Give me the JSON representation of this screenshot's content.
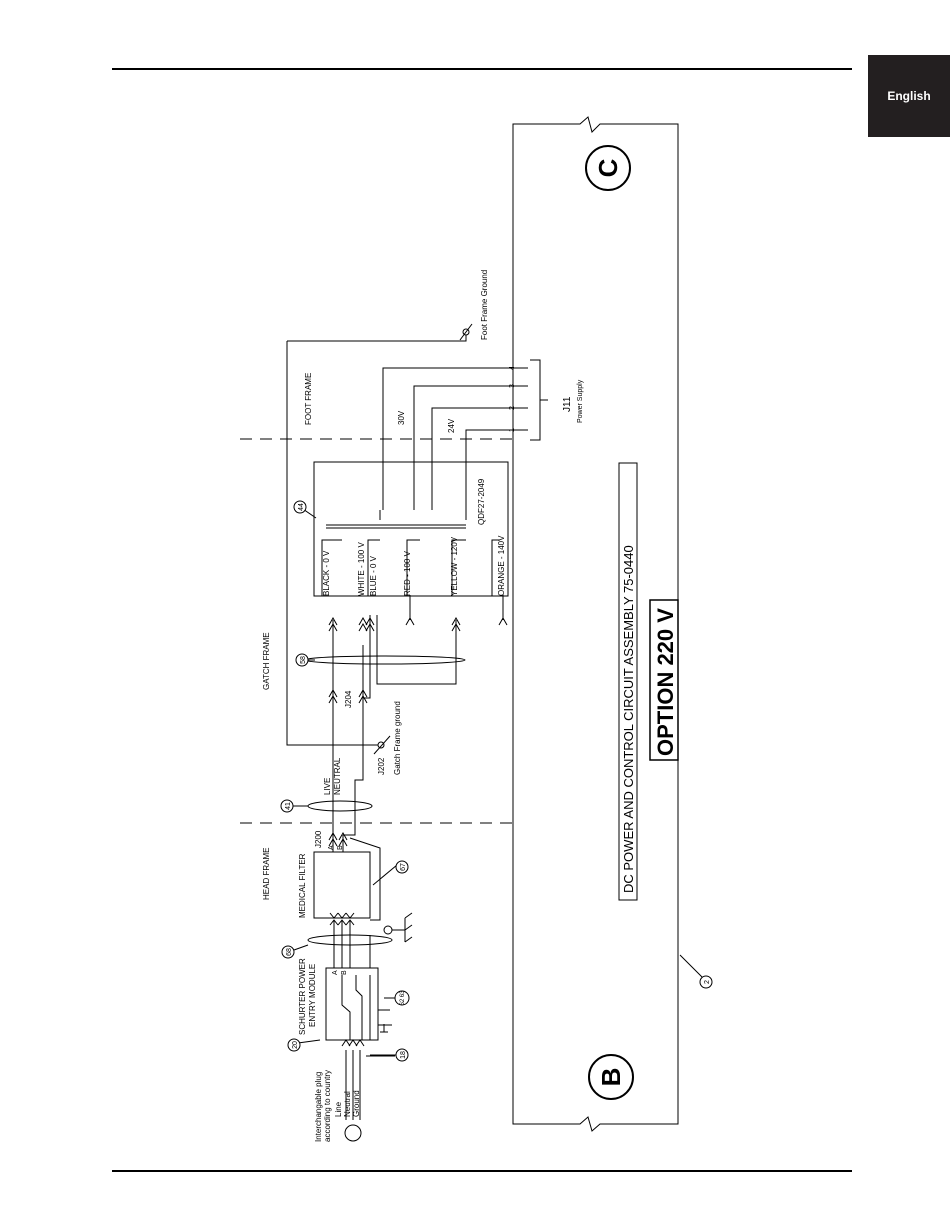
{
  "header": {
    "language_tab": "English"
  },
  "connectors": {
    "left": "B",
    "right": "C"
  },
  "sections": {
    "head_frame": "HEAD FRAME",
    "gatch_frame": "GATCH FRAME",
    "foot_frame": "FOOT FRAME"
  },
  "title_box": "DC POWER AND CONTROL CIRCUIT ASSEMBLY 75-0440",
  "option_box": "OPTION 220 V",
  "plug": {
    "label_line1": "Interchangable plug",
    "label_line2": "according to country",
    "line": "Line",
    "neutral": "Neutral",
    "ground": "Ground"
  },
  "schurter": {
    "line1": "SCHURTER POWER",
    "line2": "ENTRY MODULE",
    "pin_a": "A",
    "pin_b": "B"
  },
  "medical_filter": "MEDICAL FILTER",
  "connectors_text": {
    "j200": "J200",
    "j202": "J202",
    "j204": "J204",
    "a": "A",
    "b": "B"
  },
  "live": "LIVE",
  "neutral": "NEUTRAL",
  "gatch_ground": "Gatch Frame ground",
  "foot_ground": "Foot Frame Ground",
  "transformer": {
    "part": "QDF27-2049",
    "taps": [
      "BLACK - 0 V",
      "WHITE - 100 V",
      "BLUE - 0 V",
      "RED - 100 V",
      "YELLOW - 120V",
      "ORANGE - 140V"
    ],
    "v30": "30V",
    "v24": "24V"
  },
  "j11": {
    "name": "J11",
    "desc": "Power Supply",
    "pins": [
      "1",
      "2",
      "3",
      "4"
    ]
  },
  "callouts": {
    "c2": "2",
    "c18": "18",
    "c20": "20",
    "c41": "41",
    "c44": "44",
    "c58": "58",
    "c6263": "62 63",
    "c67": "67",
    "c68": "68"
  }
}
